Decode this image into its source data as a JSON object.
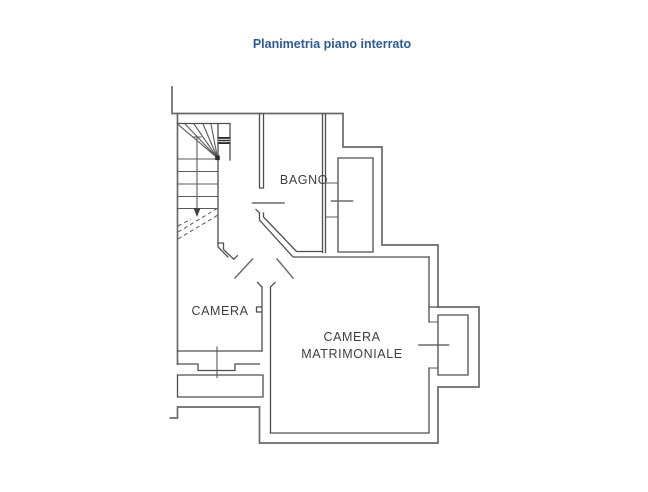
{
  "title": {
    "text": "Planimetria piano interrato",
    "color": "#2b5a9d"
  },
  "rooms": [
    {
      "id": "bagno",
      "label": "BAGNO"
    },
    {
      "id": "camera",
      "label": "CAMERA"
    },
    {
      "id": "camera-matrimoniale",
      "label_line1": "CAMERA",
      "label_line2": "MATRIMONIALE"
    }
  ],
  "palette": {
    "wall": "#4f4f4f",
    "outer_wall": "#6a6a6a",
    "background": "#ffffff"
  }
}
